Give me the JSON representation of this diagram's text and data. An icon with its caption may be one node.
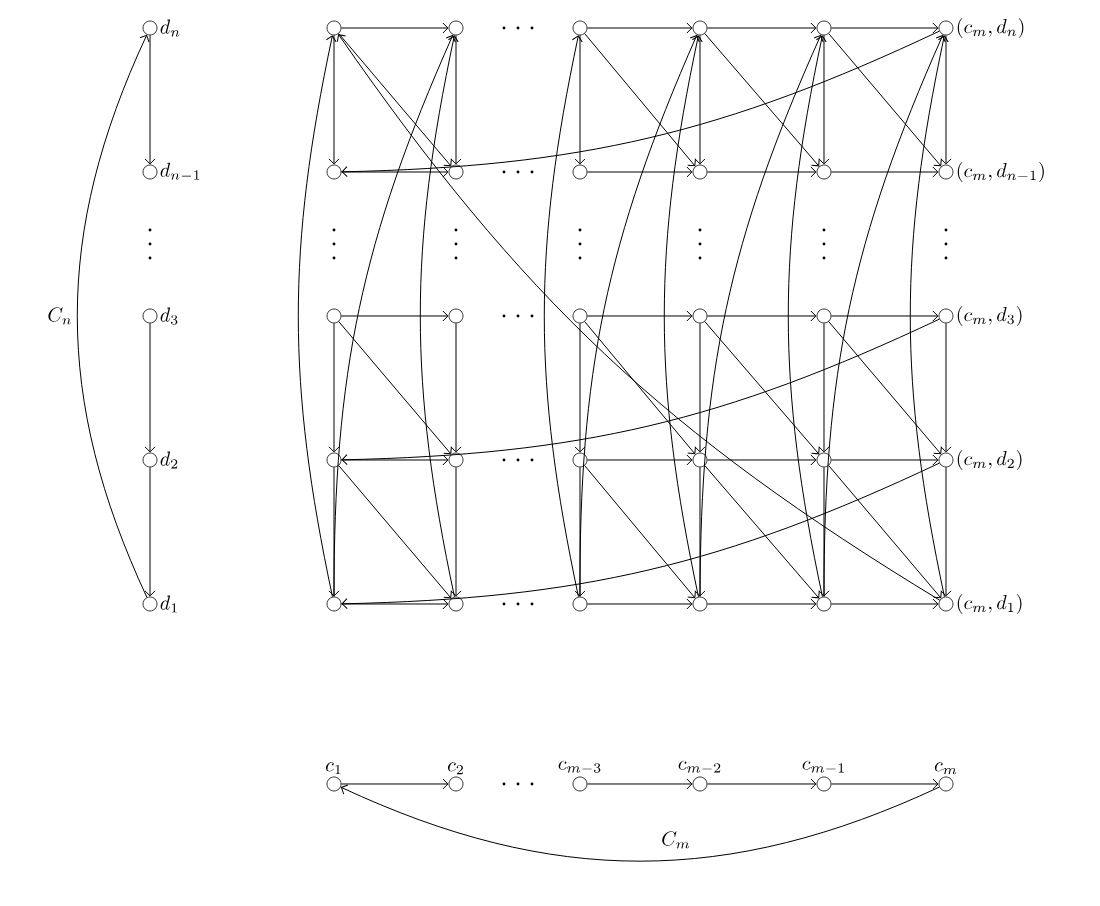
{
  "diagram": {
    "nodes": [
      {
        "text": [
          "d_n"
        ]
      },
      {
        "text": [
          "d_{n-1}"
        ]
      },
      {
        "text": [
          "d_3"
        ]
      },
      {
        "text": [
          "d_2"
        ]
      },
      {
        "text": [
          "d_1"
        ]
      },
      {
        "text": [],
        "shape": "circle"
      },
      {
        "text": [],
        "shape": "circle"
      },
      {
        "text": [],
        "shape": "circle"
      },
      {
        "text": [],
        "shape": "circle"
      },
      {
        "text": [],
        "shape": "circle"
      },
      {
        "text": [],
        "shape": "circle",
        "beside": [
          "(c_m, d_n)"
        ]
      },
      {
        "text": [],
        "shape": "circle"
      },
      {
        "text": [],
        "shape": "circle"
      },
      {
        "text": [],
        "shape": "circle"
      },
      {
        "text": [],
        "shape": "circle"
      },
      {
        "text": [],
        "shape": "circle"
      },
      {
        "text": [],
        "shape": "circle",
        "beside": [
          "(c_m, d_{n-1})"
        ]
      },
      {
        "text": [],
        "shape": "circle"
      },
      {
        "text": [],
        "shape": "circle"
      },
      {
        "text": [],
        "shape": "circle"
      },
      {
        "text": [],
        "shape": "circle"
      },
      {
        "text": [],
        "shape": "circle"
      },
      {
        "text": [],
        "shape": "circle",
        "beside": [
          "(c_m, d_3)"
        ]
      },
      {
        "text": [],
        "shape": "circle"
      },
      {
        "text": [],
        "shape": "circle"
      },
      {
        "text": [],
        "shape": "circle"
      },
      {
        "text": [],
        "shape": "circle"
      },
      {
        "text": [],
        "shape": "circle"
      },
      {
        "text": [],
        "shape": "circle",
        "beside": [
          "(c_m, d_2)"
        ]
      },
      {
        "text": [],
        "shape": "circle"
      },
      {
        "text": [],
        "shape": "circle"
      },
      {
        "text": [],
        "shape": "circle"
      },
      {
        "text": [],
        "shape": "circle"
      },
      {
        "text": [],
        "shape": "circle"
      },
      {
        "text": [],
        "shape": "circle",
        "beside": [
          "(c_m, d_1)"
        ]
      },
      {
        "text": [
          "c_1"
        ]
      },
      {
        "text": [
          "c_2"
        ]
      },
      {
        "text": [
          "c_{m-3}"
        ]
      },
      {
        "text": [
          "c_{m-2}"
        ]
      },
      {
        "text": [
          "c_{m-1}"
        ]
      },
      {
        "text": [
          "c_m"
        ]
      }
    ],
    "edges": [
      {
        "from": 0,
        "to": 1,
        "arrow": "to"
      },
      {
        "from": 2,
        "to": 3,
        "arrow": "to"
      },
      {
        "from": 3,
        "to": 4,
        "arrow": "to"
      },
      {
        "from": 4,
        "to": 0,
        "arrow": "to"
      },
      {
        "from": 35,
        "to": 36,
        "arrow": "to"
      },
      {
        "from": 37,
        "to": 38,
        "arrow": "to"
      },
      {
        "from": 38,
        "to": 39,
        "arrow": "to"
      },
      {
        "from": 39,
        "to": 40,
        "arrow": "to"
      },
      {
        "from": 40,
        "to": 35,
        "arrow": "to"
      },
      {
        "from": 5,
        "to": 6,
        "arrow": "to"
      },
      {
        "from": 7,
        "to": 8,
        "arrow": "to"
      },
      {
        "from": 8,
        "to": 9,
        "arrow": "to"
      },
      {
        "from": 9,
        "to": 10,
        "arrow": "to"
      },
      {
        "from": 11,
        "to": 12,
        "arrow": "to"
      },
      {
        "from": 13,
        "to": 14,
        "arrow": "to"
      },
      {
        "from": 14,
        "to": 15,
        "arrow": "to"
      },
      {
        "from": 15,
        "to": 16,
        "arrow": "to"
      },
      {
        "from": 17,
        "to": 18,
        "arrow": "to"
      },
      {
        "from": 19,
        "to": 20,
        "arrow": "to"
      },
      {
        "from": 20,
        "to": 21,
        "arrow": "to"
      },
      {
        "from": 21,
        "to": 22,
        "arrow": "to"
      },
      {
        "from": 23,
        "to": 24,
        "arrow": "to"
      },
      {
        "from": 25,
        "to": 26,
        "arrow": "to"
      },
      {
        "from": 26,
        "to": 27,
        "arrow": "to"
      },
      {
        "from": 27,
        "to": 28,
        "arrow": "to"
      },
      {
        "from": 29,
        "to": 30,
        "arrow": "to"
      },
      {
        "from": 31,
        "to": 32,
        "arrow": "to"
      },
      {
        "from": 32,
        "to": 33,
        "arrow": "to"
      },
      {
        "from": 33,
        "to": 34,
        "arrow": "to"
      },
      {
        "from": 5,
        "to": 11,
        "arrow": "to"
      },
      {
        "from": 17,
        "to": 23,
        "arrow": "to"
      },
      {
        "from": 23,
        "to": 29,
        "arrow": "to"
      },
      {
        "from": 6,
        "to": 12,
        "arrow": "to"
      },
      {
        "from": 18,
        "to": 24,
        "arrow": "to"
      },
      {
        "from": 24,
        "to": 30,
        "arrow": "to"
      },
      {
        "from": 7,
        "to": 13,
        "arrow": "to"
      },
      {
        "from": 19,
        "to": 25,
        "arrow": "to"
      },
      {
        "from": 25,
        "to": 31,
        "arrow": "to"
      },
      {
        "from": 8,
        "to": 14,
        "arrow": "to"
      },
      {
        "from": 20,
        "to": 26,
        "arrow": "to"
      },
      {
        "from": 26,
        "to": 32,
        "arrow": "to"
      },
      {
        "from": 9,
        "to": 15,
        "arrow": "to"
      },
      {
        "from": 21,
        "to": 27,
        "arrow": "to"
      },
      {
        "from": 27,
        "to": 33,
        "arrow": "to"
      },
      {
        "from": 10,
        "to": 16,
        "arrow": "to"
      },
      {
        "from": 22,
        "to": 28,
        "arrow": "to"
      },
      {
        "from": 28,
        "to": 34,
        "arrow": "to"
      },
      {
        "from": 5,
        "to": 12,
        "arrow": "to"
      },
      {
        "from": 7,
        "to": 14,
        "arrow": "to"
      },
      {
        "from": 8,
        "to": 15,
        "arrow": "to"
      },
      {
        "from": 9,
        "to": 16,
        "arrow": "to"
      },
      {
        "from": 17,
        "to": 24,
        "arrow": "to"
      },
      {
        "from": 19,
        "to": 26,
        "arrow": "to"
      },
      {
        "from": 20,
        "to": 27,
        "arrow": "to"
      },
      {
        "from": 21,
        "to": 28,
        "arrow": "to"
      },
      {
        "from": 23,
        "to": 30,
        "arrow": "to"
      },
      {
        "from": 25,
        "to": 32,
        "arrow": "to"
      },
      {
        "from": 26,
        "to": 33,
        "arrow": "to"
      },
      {
        "from": 27,
        "to": 34,
        "arrow": "to"
      },
      {
        "from": 29,
        "to": 5,
        "arrow": "to"
      },
      {
        "from": 30,
        "to": 6,
        "arrow": "to"
      },
      {
        "from": 31,
        "to": 7,
        "arrow": "to"
      },
      {
        "from": 32,
        "to": 8,
        "arrow": "to"
      },
      {
        "from": 33,
        "to": 9,
        "arrow": "to"
      },
      {
        "from": 34,
        "to": 10,
        "arrow": "to"
      },
      {
        "from": 10,
        "to": 11,
        "arrow": "to"
      },
      {
        "from": 22,
        "to": 23,
        "arrow": "to"
      },
      {
        "from": 28,
        "to": 29,
        "arrow": "to"
      },
      {
        "from": 34,
        "to": 5,
        "arrow": "to"
      },
      {
        "from": 29,
        "to": 6,
        "arrow": "to"
      },
      {
        "from": 31,
        "to": 8,
        "arrow": "to"
      },
      {
        "from": 32,
        "to": 9,
        "arrow": "to"
      },
      {
        "from": 33,
        "to": 10,
        "arrow": "to"
      }
    ],
    "labels": [
      "C_n",
      "C_m"
    ]
  }
}
